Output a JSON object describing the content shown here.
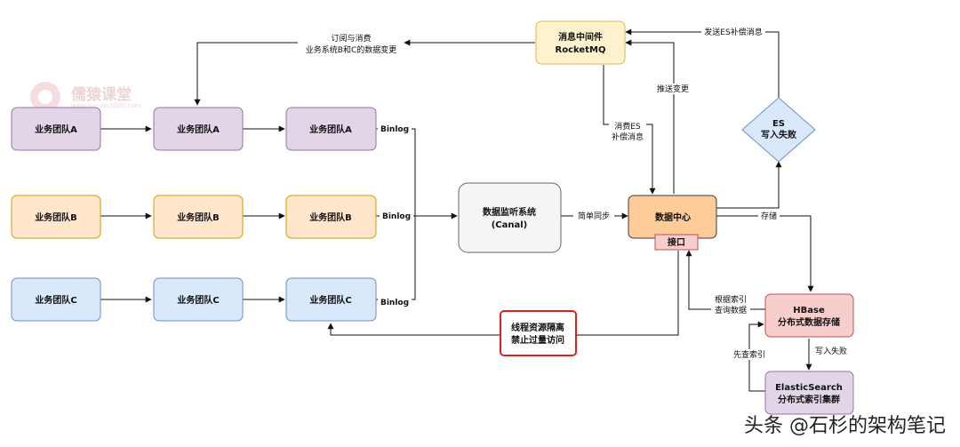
{
  "watermark": {
    "title": "儒猿课堂",
    "url": "www.ruyuan2020.com"
  },
  "nodes": {
    "teamA1": "业务团队A",
    "teamA2": "业务团队A",
    "teamA3": "业务团队A",
    "teamB1": "业务团队B",
    "teamB2": "业务团队B",
    "teamB3": "业务团队B",
    "teamC1": "业务团队C",
    "teamC2": "业务团队C",
    "teamC3": "业务团队C",
    "canal": [
      "数据监听系统",
      "(Canal)"
    ],
    "mq": [
      "消息中间件",
      "RocketMQ"
    ],
    "datacenter": "数据中心",
    "api": "接口",
    "es_fail": [
      "ES",
      "写入失败"
    ],
    "hbase": [
      "HBase",
      "分布式数据存储"
    ],
    "es": [
      "ElasticSearch",
      "分布式索引集群"
    ],
    "isolation": [
      "线程资源隔离",
      "禁止过量访问"
    ]
  },
  "edges": {
    "subscribe": [
      "订阅与消费",
      "业务系统B和C的数据变更"
    ],
    "binlog_a": "Binlog",
    "binlog_b": "Binlog",
    "binlog_c": "Binlog",
    "simple_sync": "简单同步",
    "push_change": "推送变更",
    "consume_es": [
      "消费ES",
      "补偿消息"
    ],
    "send_es": "发送ES补偿消息",
    "store": "存储",
    "query_by_index": [
      "根据索引",
      "查询数据"
    ],
    "check_index": "先查索引",
    "write_fail": "写入失败"
  },
  "credit": "头条 @石杉的架构笔记",
  "colors": {
    "purple_fill": "#e1d5e7",
    "purple_stroke": "#9673a6",
    "orange_fill": "#ffe6cc",
    "orange_stroke": "#d79b00",
    "blue_fill": "#dae8fc",
    "blue_stroke": "#6c8ebf",
    "gray_fill": "#f5f5f5",
    "gray_stroke": "#666666",
    "mq_fill": "#fff2cc",
    "mq_stroke": "#d6b656",
    "dc_fill": "#ffcc99",
    "dc_stroke": "#36393d",
    "red_fill": "#f8cecc",
    "red_stroke": "#b85450",
    "red_alert": "#e02020"
  }
}
